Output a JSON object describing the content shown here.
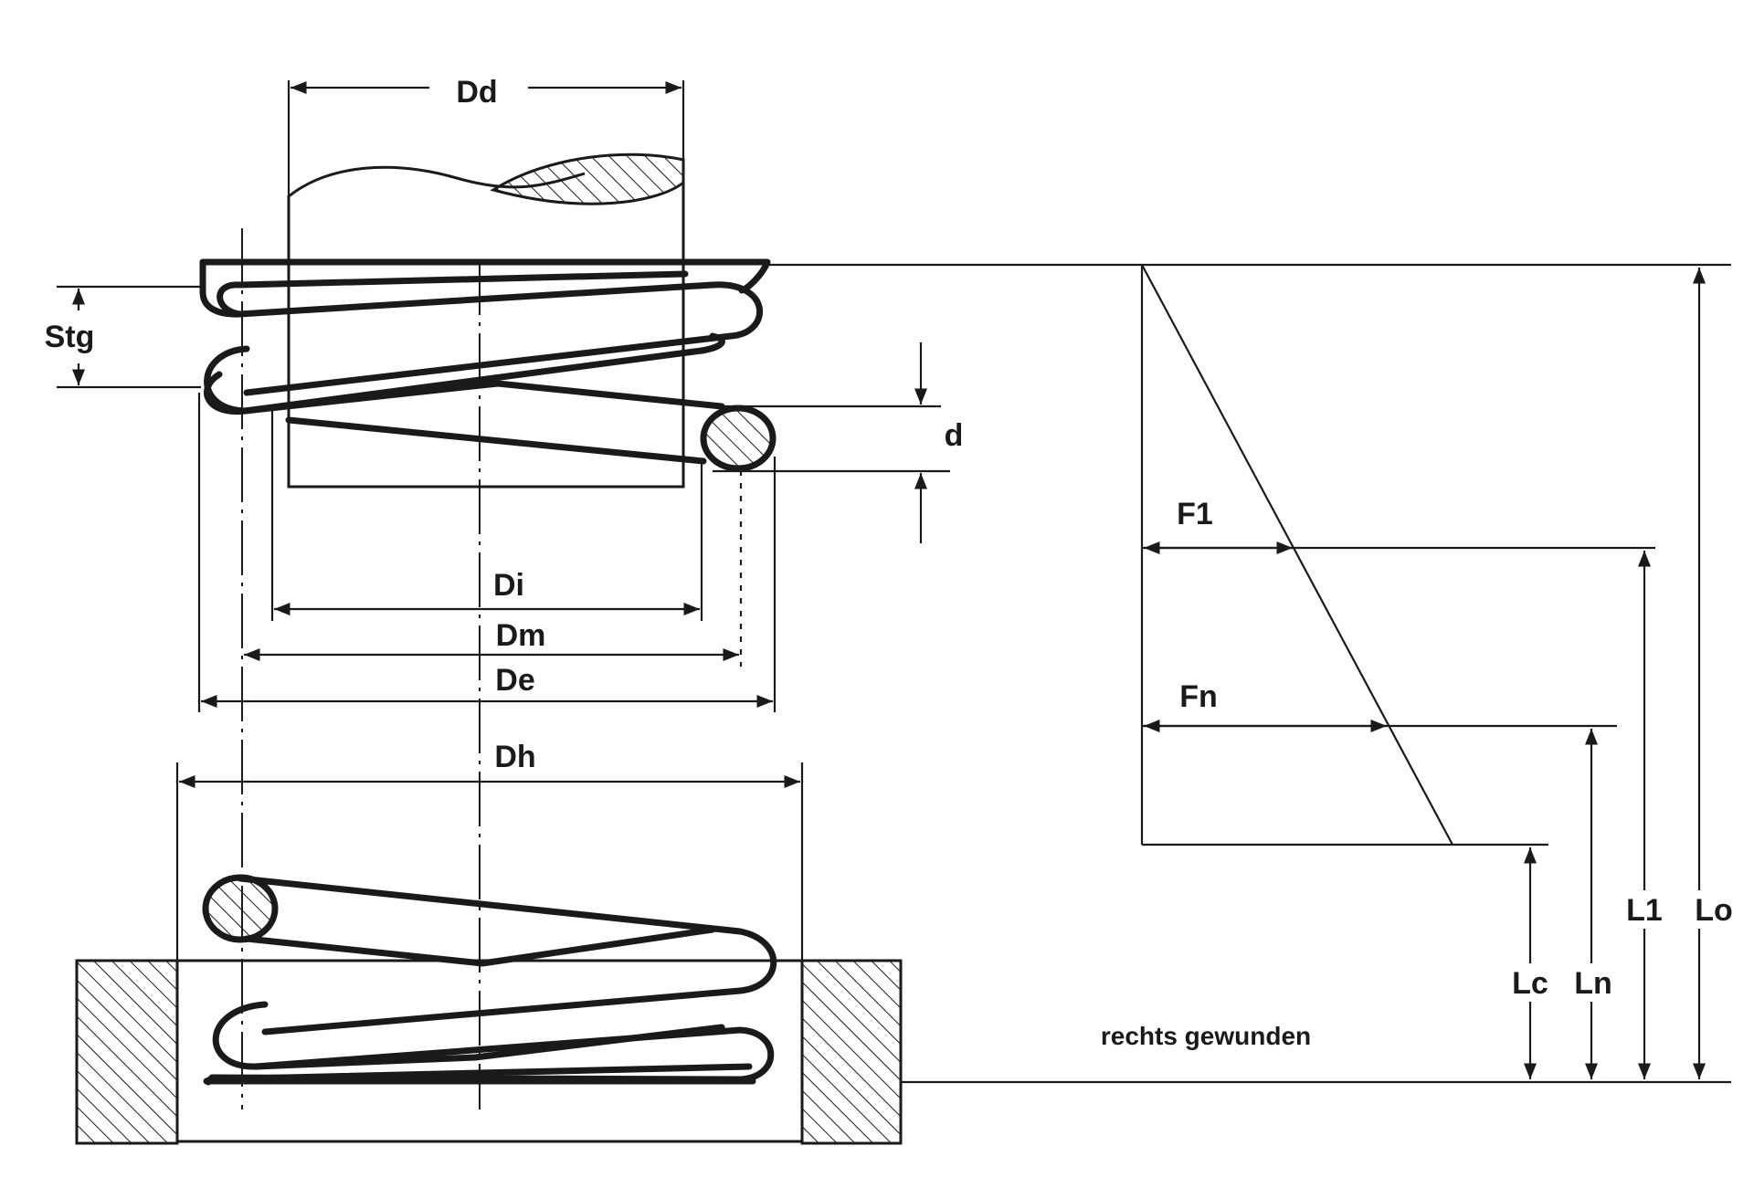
{
  "labels": {
    "Dd": "Dd",
    "Stg": "Stg",
    "d": "d",
    "Di": "Di",
    "Dm": "Dm",
    "De": "De",
    "Dh": "Dh",
    "F1": "F1",
    "Fn": "Fn",
    "Lc": "Lc",
    "Ln": "Ln",
    "L1": "L1",
    "Lo": "Lo"
  },
  "note": "rechts gewunden",
  "colors": {
    "ink": "#1a1a1a",
    "background": "#ffffff"
  }
}
